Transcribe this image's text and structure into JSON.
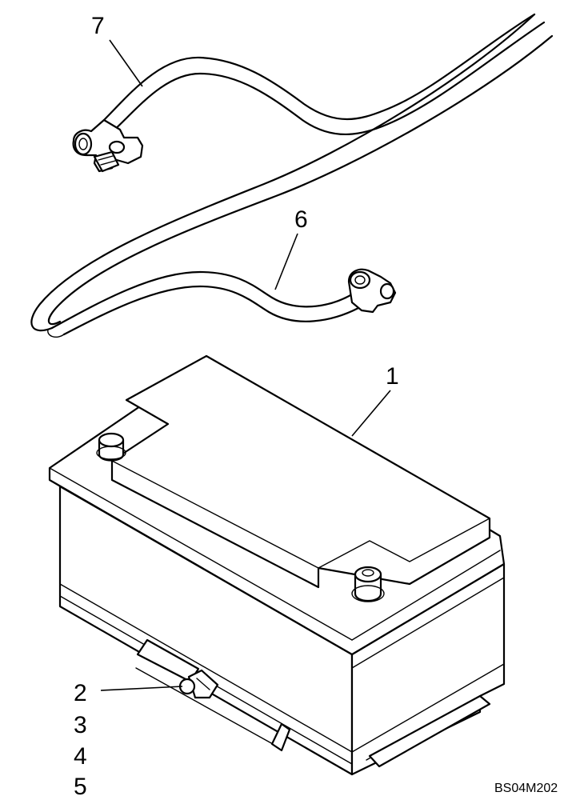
{
  "callouts": {
    "battery": "1",
    "bolt": "2",
    "washer": "3",
    "clamp": "4",
    "nut": "5",
    "negative_cable": "6",
    "positive_cable": "7"
  },
  "drawing_id": "BS04M202"
}
